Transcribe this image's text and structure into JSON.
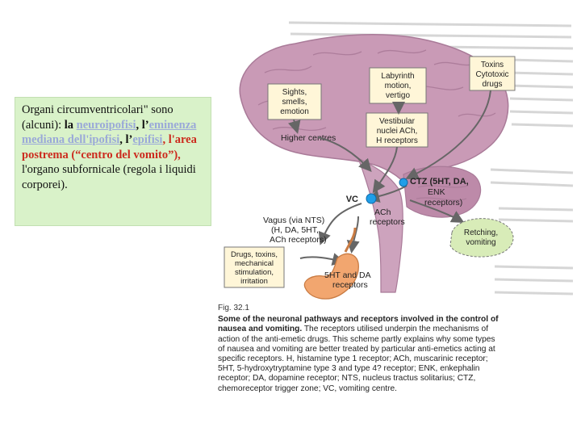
{
  "textbox": {
    "p1": "Organi circumventricolari\" sono (alcuni): ",
    "p2": "la ",
    "p3": "neuroipofisi",
    "p4": ", l’",
    "p5": "eminenza mediana dell'ipofisi",
    "p6": ", l’",
    "p7": "epifisi",
    "p8": ", l'area postrema (“centro del vomito”),",
    "p9": " l'organo subfornicale (regola i liquidi corporei)."
  },
  "diagram": {
    "boxes": {
      "sights": [
        "Sights,",
        "smells,",
        "emotion"
      ],
      "labyrinth": [
        "Labyrinth",
        "motion,",
        "vertigo"
      ],
      "toxins": [
        "Toxins",
        "Cytotoxic",
        "drugs"
      ],
      "vestibular": [
        "Vestibular",
        "nuclei ACh,",
        "H receptors"
      ],
      "drugs": [
        "Drugs, toxins,",
        "mechanical",
        "stimulation,",
        "irritation"
      ],
      "retching": [
        "Retching,",
        "vomiting"
      ]
    },
    "labels": {
      "higher": "Higher centres",
      "ctz": [
        "CTZ (5HT, DA,",
        "ENK",
        "receptors)"
      ],
      "vc": "VC",
      "ach": [
        "ACh",
        "receptors"
      ],
      "vagus": [
        "Vagus (via NTS)",
        "(H, DA, 5HT,",
        "ACh receptors)"
      ],
      "ht5": [
        "5HT and DA",
        "receptors"
      ]
    },
    "colors": {
      "brain": "#c99ab6",
      "brainDark": "#a97a98",
      "stomach": "#f2a66f",
      "retchingFill": "#d8ecb8",
      "nodeBlue": "#1f9ee8"
    }
  },
  "caption": {
    "fig": "Fig. 32.1",
    "heading": "Some of the neuronal pathways and receptors involved in the control of nausea and vomiting.",
    "body": " The receptors utilised underpin the mechanisms of action of the anti-emetic drugs. This scheme partly explains why some types of nausea and vomiting are better treated by particular anti-emetics acting at specific receptors. H, histamine type 1 receptor; ACh, muscarinic receptor; 5HT, 5-hydroxytryptamine type 3 and type 4? receptor; ENK, enkephalin receptor; DA, dopamine receptor; NTS, nucleus tractus solitarius; CTZ, chemoreceptor trigger zone; VC, vomiting centre."
  }
}
